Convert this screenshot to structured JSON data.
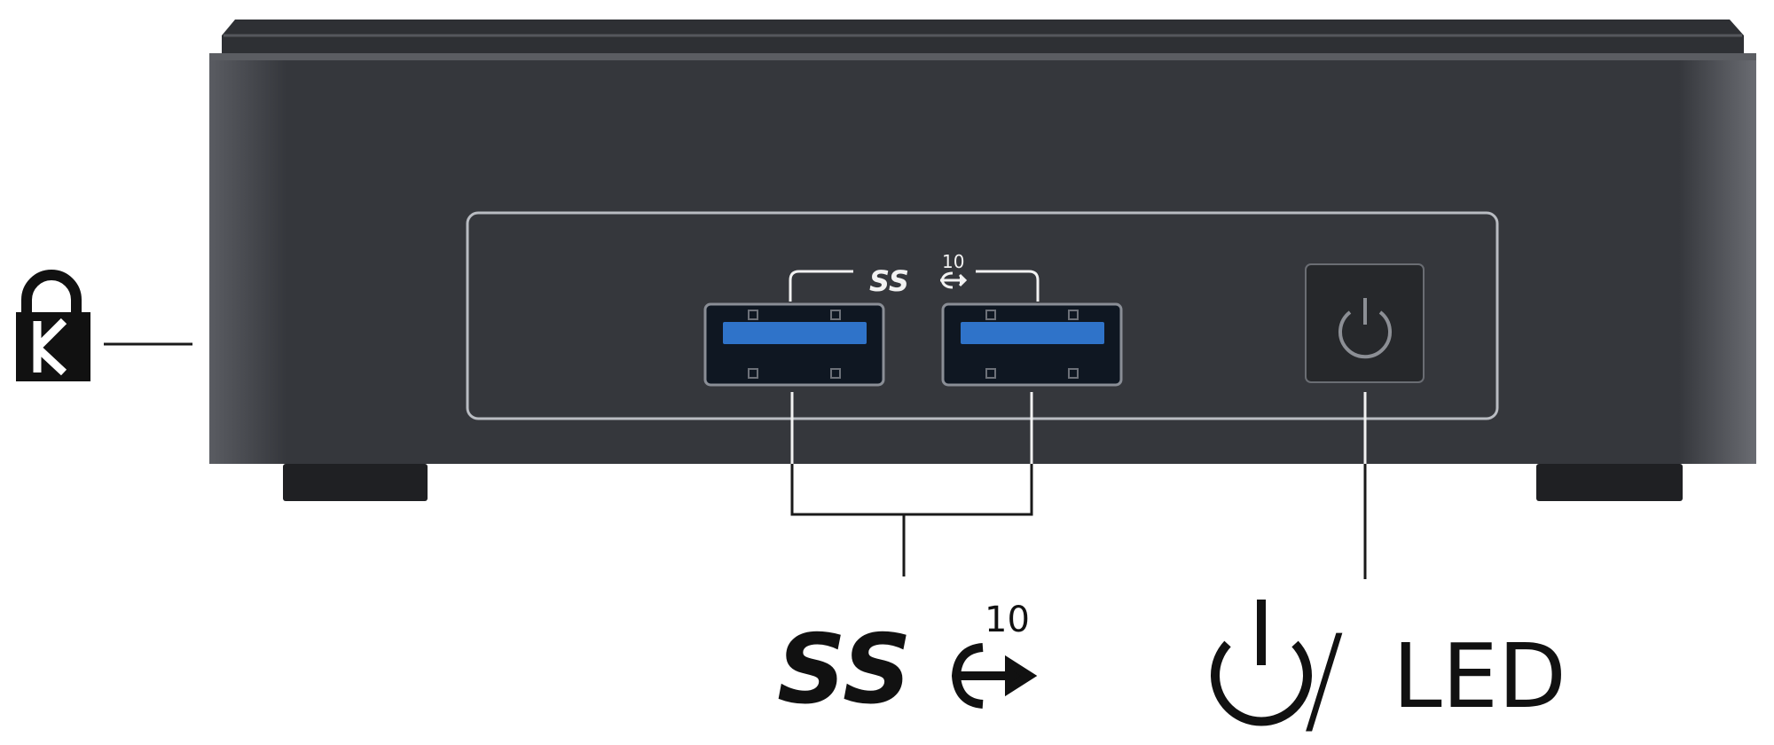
{
  "diagram": {
    "title": "Mini PC front panel",
    "colors": {
      "body": "#35373c",
      "lid": "#2e3034",
      "port_blue": "#2f73c9",
      "port_dark": "#0f1722",
      "outline": "#b9bcc2",
      "callout": "#1a1a1a"
    },
    "panel_logo": {
      "text": "SS",
      "superscript": "10"
    },
    "callouts": {
      "lock": {
        "icon": "kensington-lock-icon"
      },
      "usb": {
        "logo_text": "SS",
        "superscript": "10",
        "icon": "usb-superspeed-icon"
      },
      "power": {
        "icon": "power-icon",
        "separator": "/",
        "label": "LED"
      }
    }
  }
}
